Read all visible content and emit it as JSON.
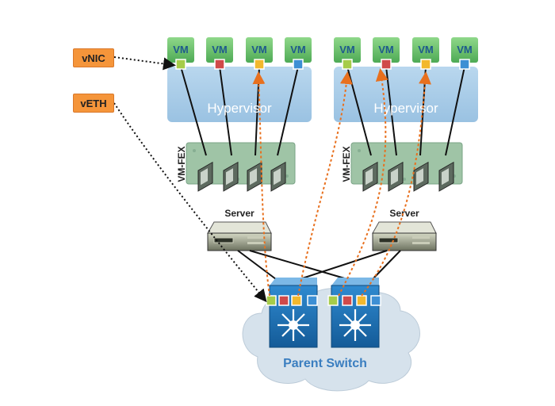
{
  "callouts": {
    "vnic": "vNIC",
    "veth": "vETH"
  },
  "vm_label": "VM",
  "hosts": [
    {
      "hypervisor": "Hypervisor",
      "fex": "VM-FEX",
      "server": "Server"
    },
    {
      "hypervisor": "Hypervisor",
      "fex": "VM-FEX",
      "server": "Server"
    }
  ],
  "parent_switch": "Parent Switch",
  "colors": {
    "vm_fill": "#6fc06f",
    "hypervisor": "#a9cce8",
    "fex_board": "#9fc4a6",
    "callout": "#f5953a",
    "port_green": "#a6cc4a",
    "port_red": "#d04a4a",
    "port_yellow": "#f2b82e",
    "port_blue": "#3d8fd4",
    "switch": "#1f74b8",
    "cloud": "#d6e2ec",
    "dotted_orange": "#e8701e"
  },
  "icons": [
    "vm-icon",
    "nic-card-icon",
    "server-icon",
    "switch-icon",
    "cloud-icon"
  ]
}
